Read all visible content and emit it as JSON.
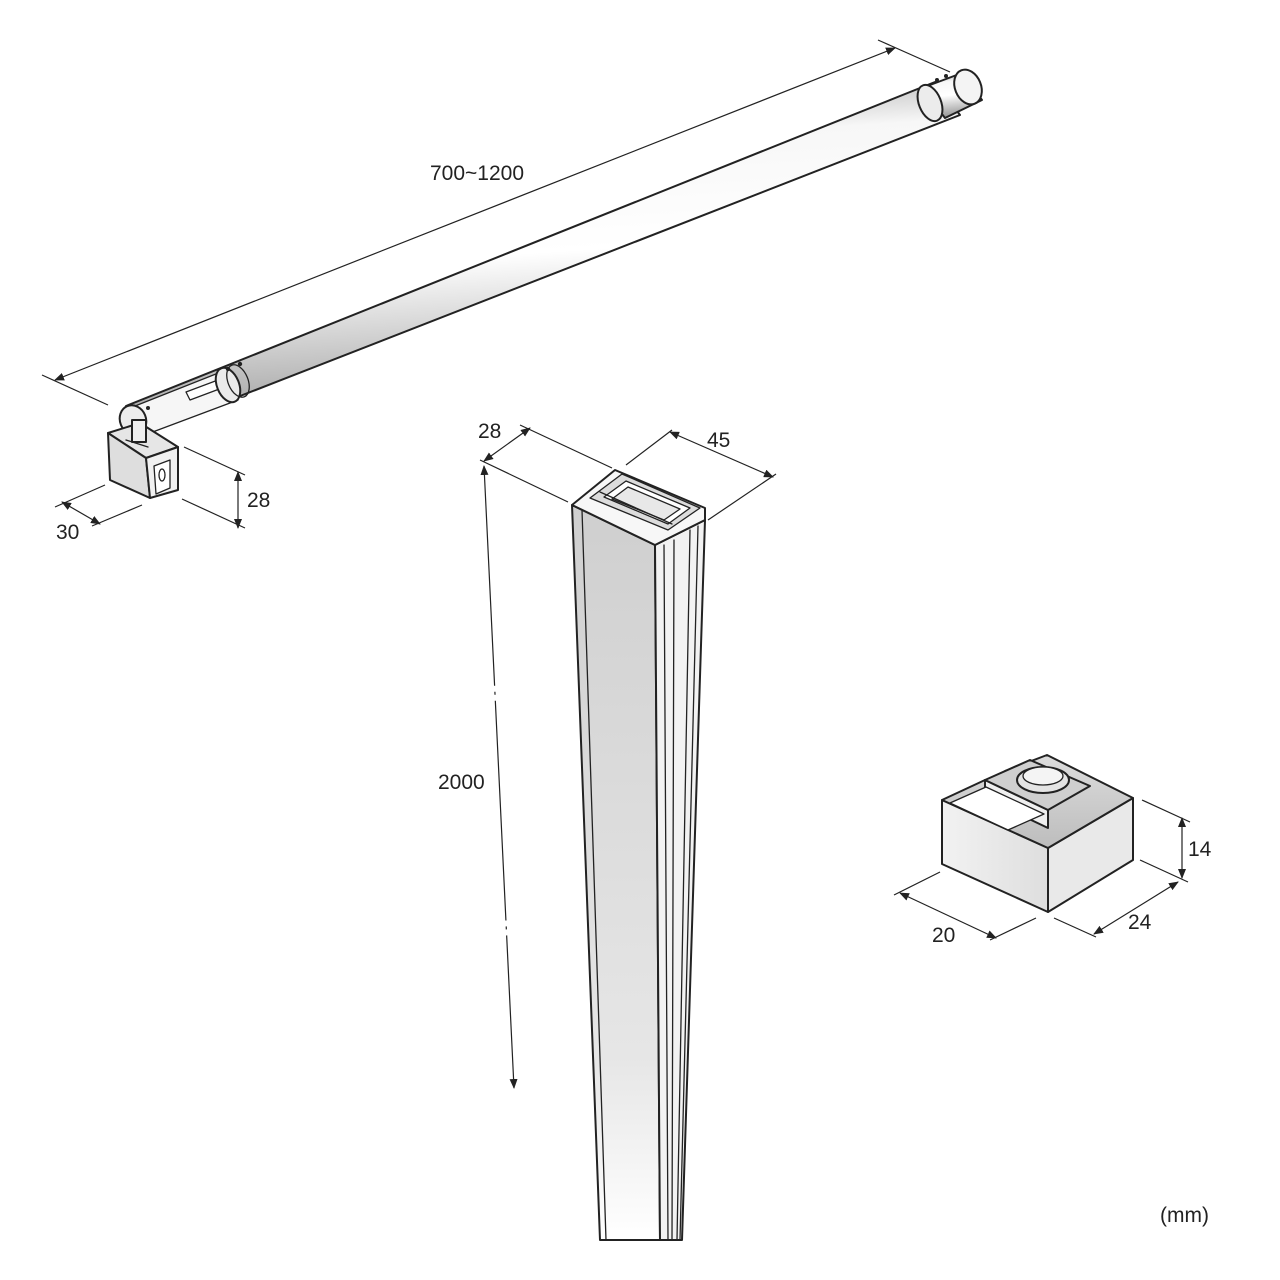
{
  "drawing": {
    "unit_label": "(mm)",
    "colors": {
      "line": "#222222",
      "metal_light": "#f4f4f4",
      "metal_mid": "#d9d9d9",
      "metal_dark": "#a8a8a8"
    }
  },
  "rod": {
    "length_label": "700~1200",
    "bracket_height_label": "28",
    "bracket_width_label": "30"
  },
  "profile": {
    "depth_label": "28",
    "width_label": "45",
    "height_label": "2000"
  },
  "clamp": {
    "height_label": "14",
    "width_label": "20",
    "depth_label": "24"
  }
}
